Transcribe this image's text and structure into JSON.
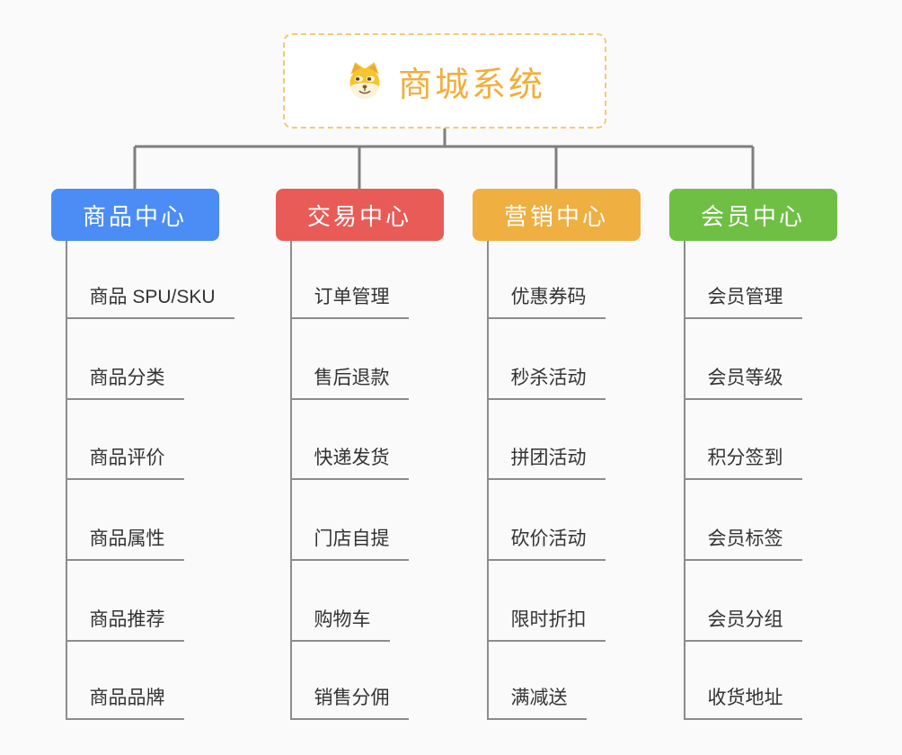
{
  "root": {
    "title": "商城系统",
    "icon": "dog-face-icon",
    "text_color": "#f2ae3c",
    "border_color": "#f7c873"
  },
  "connector_color": "#7f7f7f",
  "line_color": "#8c8c8c",
  "background_color": "#fafafa",
  "branches": [
    {
      "label": "商品中心",
      "color": "#4b8df4",
      "children": [
        "商品 SPU/SKU",
        "商品分类",
        "商品评价",
        "商品属性",
        "商品推荐",
        "商品品牌"
      ]
    },
    {
      "label": "交易中心",
      "color": "#e95b56",
      "children": [
        "订单管理",
        "售后退款",
        "快递发货",
        "门店自提",
        "购物车",
        "销售分佣"
      ]
    },
    {
      "label": "营销中心",
      "color": "#efaf41",
      "children": [
        "优惠券码",
        "秒杀活动",
        "拼团活动",
        "砍价活动",
        "限时折扣",
        "满减送"
      ]
    },
    {
      "label": "会员中心",
      "color": "#6fbf44",
      "children": [
        "会员管理",
        "会员等级",
        "积分签到",
        "会员标签",
        "会员分组",
        "收货地址"
      ]
    }
  ]
}
